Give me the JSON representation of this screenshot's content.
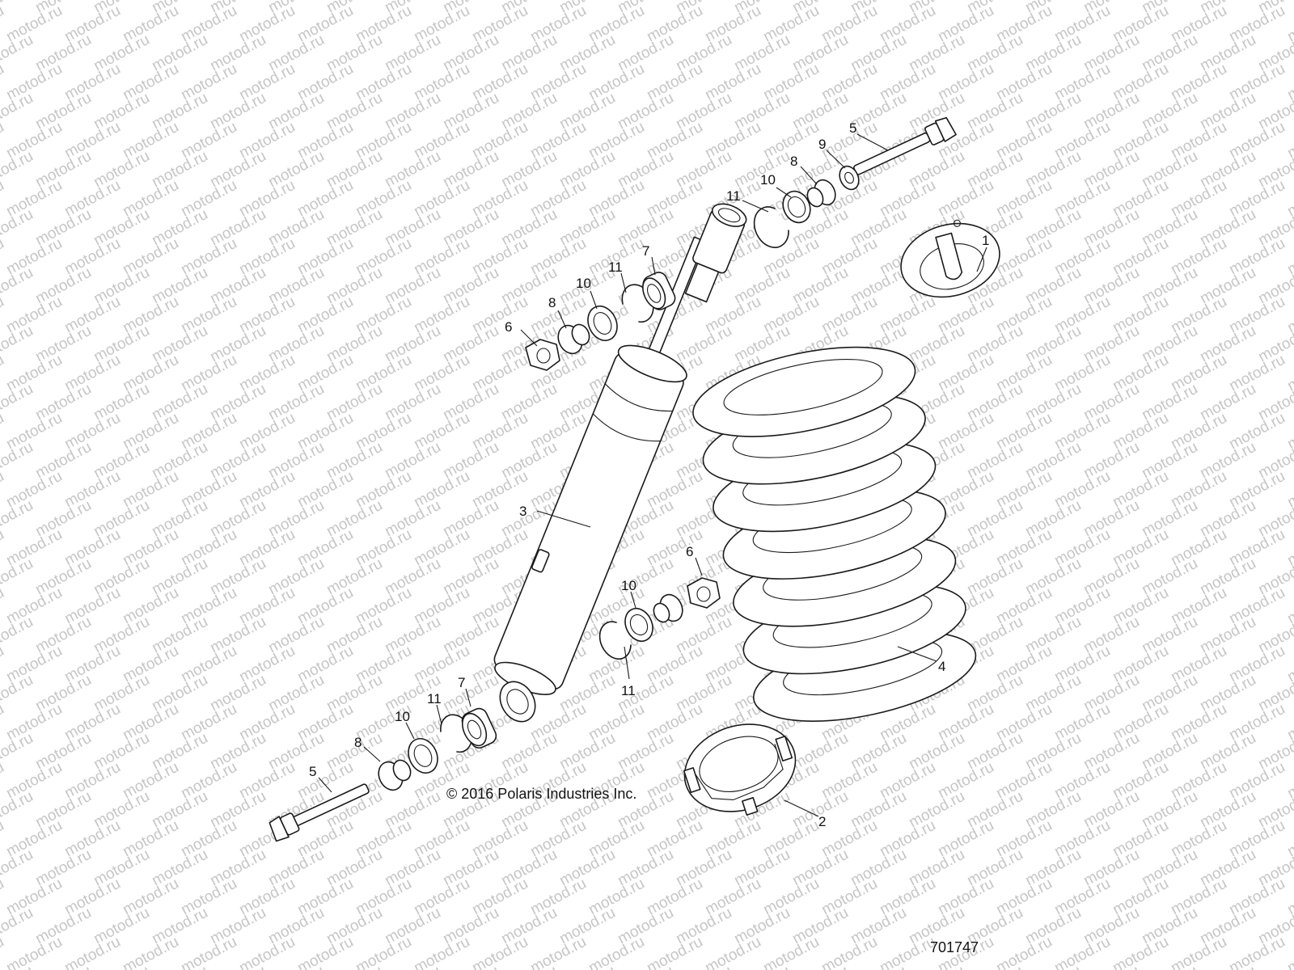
{
  "watermark": {
    "text": "motod.ru"
  },
  "copyright": "© 2016 Polaris Industries Inc.",
  "diagram_number": "701747",
  "callouts": {
    "c1": "1",
    "c2": "2",
    "c3": "3",
    "c4": "4",
    "c5_top": "5",
    "c5_bottom": "5",
    "c6_top": "6",
    "c6_lower": "6",
    "c7_top": "7",
    "c7_bottom": "7",
    "c8_top_right": "8",
    "c8_top_left": "8",
    "c8_bottom": "8",
    "c9": "9",
    "c10_top_right": "10",
    "c10_top_left": "10",
    "c10_lower": "10",
    "c10_bottom": "10",
    "c11_top_right": "11",
    "c11_top_left": "11",
    "c11_lower": "11",
    "c11_bottom": "11"
  }
}
